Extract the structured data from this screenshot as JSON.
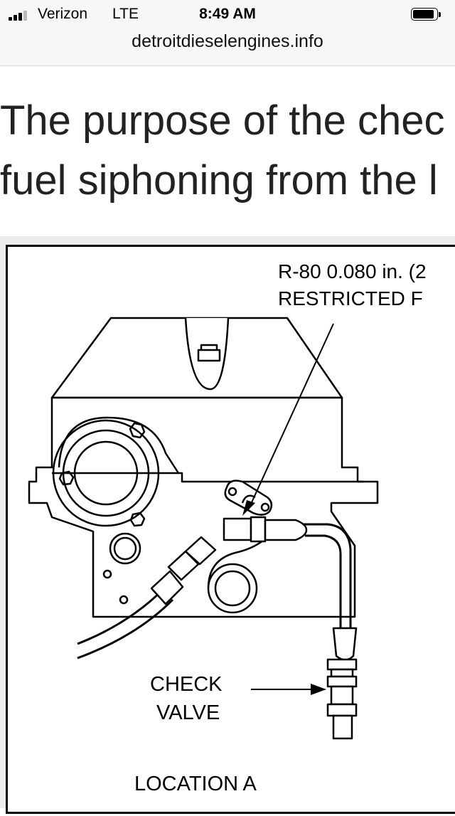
{
  "status_bar": {
    "carrier": "Verizon",
    "network": "LTE",
    "time": "8:49 AM",
    "url": "detroitdieselengines.info",
    "signal_icon": "cellular-signal-icon",
    "battery_icon": "battery-icon",
    "signal_bars_filled": 3,
    "signal_bars_total": 4
  },
  "article": {
    "headline_line1": "The purpose of the chec",
    "headline_line2": "fuel siphoning from the l"
  },
  "figure": {
    "label_restrictor_line1": "R-80 0.080 in. (2",
    "label_restrictor_line2": "RESTRICTED F",
    "label_check_line1": "CHECK",
    "label_check_line2": "VALVE",
    "label_location": "LOCATION A"
  }
}
